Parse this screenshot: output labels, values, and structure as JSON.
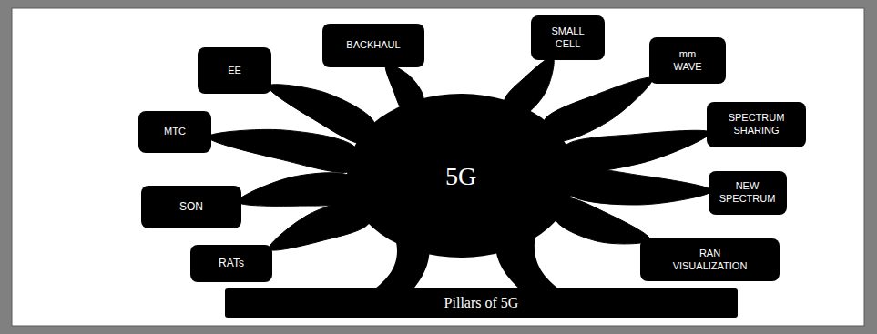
{
  "diagram": {
    "nodes": [
      {
        "text": [
          "EE"
        ]
      },
      {
        "text": [
          "BACKHAUL"
        ]
      },
      {
        "text": [
          "SMALL CELL"
        ]
      },
      {
        "text": [
          "mm WAVE"
        ]
      },
      {
        "text": [
          "MTC"
        ]
      },
      {
        "text": [
          "SPECTRUM SHARING"
        ]
      },
      {
        "text": [
          "5G"
        ]
      },
      {
        "text": [
          "SON"
        ]
      },
      {
        "text": [
          "NEW SPECTRUM"
        ]
      },
      {
        "text": [
          "RATs"
        ]
      },
      {
        "text": [
          "RAN VISUALIZATION"
        ]
      },
      {
        "text": [
          "Pillars of 5G"
        ]
      }
    ],
    "edges": [
      {
        "from": 6,
        "to": 0,
        "arrow": "none"
      },
      {
        "from": 6,
        "to": 1,
        "arrow": "none"
      },
      {
        "from": 6,
        "to": 2,
        "arrow": "none"
      },
      {
        "from": 6,
        "to": 3,
        "arrow": "none"
      },
      {
        "from": 6,
        "to": 4,
        "arrow": "none"
      },
      {
        "from": 6,
        "to": 5,
        "arrow": "none"
      },
      {
        "from": 6,
        "to": 7,
        "arrow": "none"
      },
      {
        "from": 6,
        "to": 8,
        "arrow": "none"
      },
      {
        "from": 6,
        "to": 9,
        "arrow": "none"
      },
      {
        "from": 6,
        "to": 10,
        "arrow": "none"
      }
    ]
  }
}
